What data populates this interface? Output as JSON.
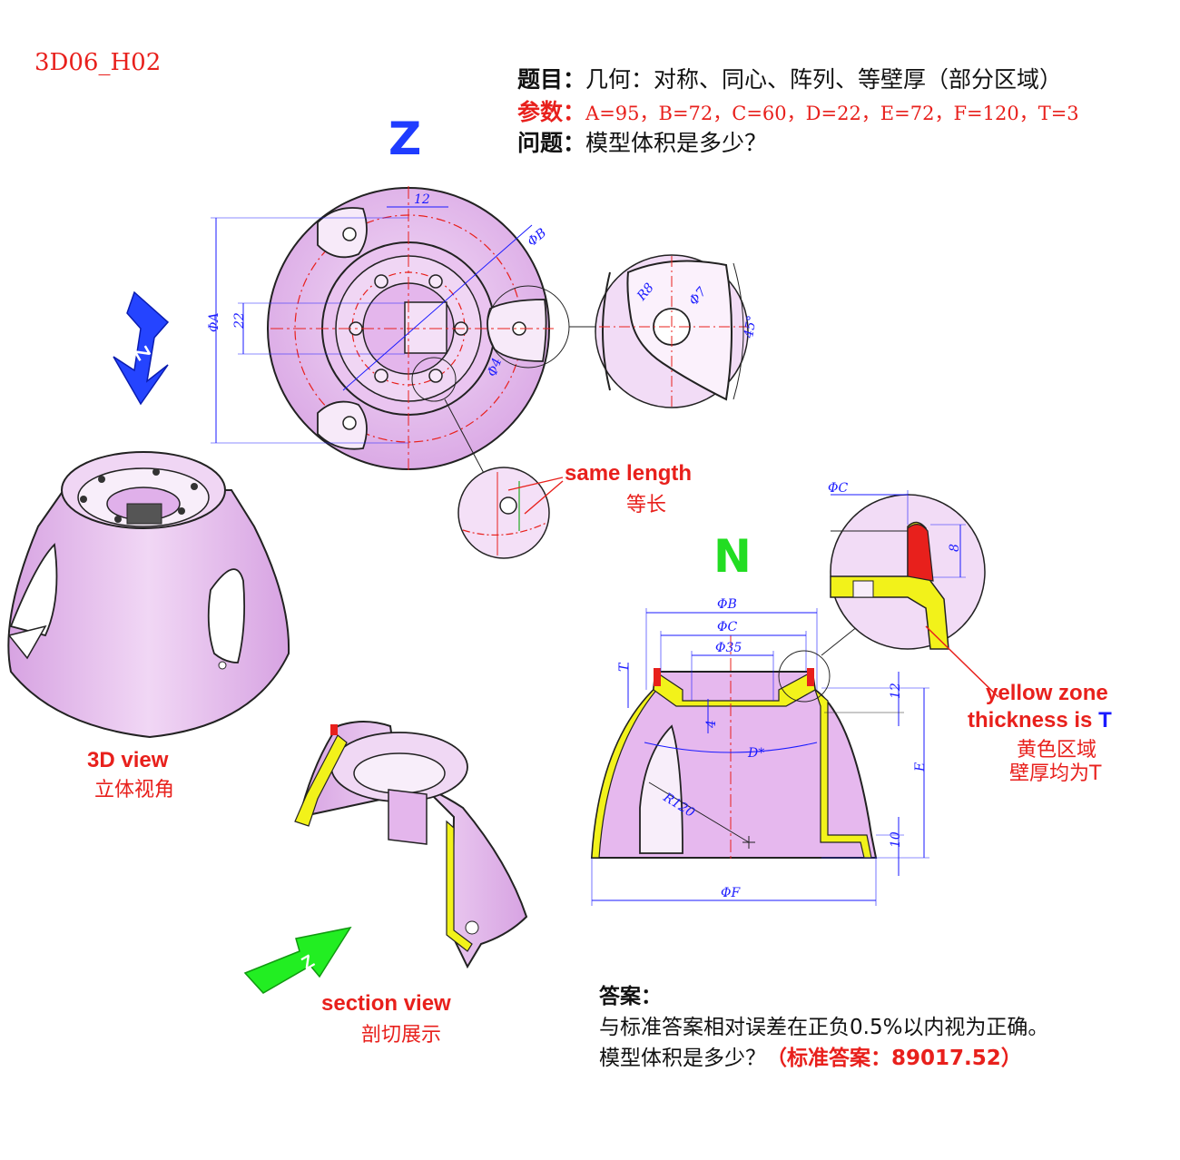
{
  "code": "3D06_H02",
  "header": {
    "topic_label": "题目",
    "topic_text": "几何：对称、同心、阵列、等壁厚（部分区域）",
    "params_label": "参数",
    "params_text": "A=95，B=72，C=60，D=22，E=72，F=120，T=3",
    "question_label": "问题",
    "question_text": "模型体积是多少？"
  },
  "views": {
    "z_label": "Z",
    "n_label": "N",
    "view3d_en": "3D view",
    "view3d_cn": "立体视角",
    "section_en": "section view",
    "section_cn": "剖切展示",
    "same_length_en": "same length",
    "same_length_cn": "等长",
    "yellow_en_1": "yellow zone",
    "yellow_en_2": "thickness is",
    "yellow_en_T": "T",
    "yellow_cn_1": "黄色区域",
    "yellow_cn_2": "壁厚均为T"
  },
  "dims": {
    "top_12": "12",
    "phiB": "ΦB",
    "phiA": "ΦA",
    "d22": "22",
    "phi4": "Φ4",
    "r8": "R8",
    "phi7": "Φ7",
    "deg45": "45°",
    "phiC_detail": "ΦC",
    "d8": "8",
    "phiB_sec": "ΦB",
    "phiC_sec": "ΦC",
    "phi35": "Φ35",
    "T": "T",
    "d4": "4",
    "d12": "12",
    "Dstar": "D*",
    "E": "E",
    "R120": "R120",
    "d10": "10",
    "phiF": "ΦF"
  },
  "answer": {
    "title": "答案：",
    "line1": "与标准答案相对误差在正负0.5%以内视为正确。",
    "line2_prefix": "模型体积是多少？",
    "line2_answer": "（标准答案：89017.52）"
  },
  "colors": {
    "part": "#e6b8ee",
    "red": "#e8201c",
    "blue": "#1a1aff",
    "yellow": "#f2f21a",
    "z_blue": "#1f3cff",
    "n_green": "#22dd22"
  }
}
